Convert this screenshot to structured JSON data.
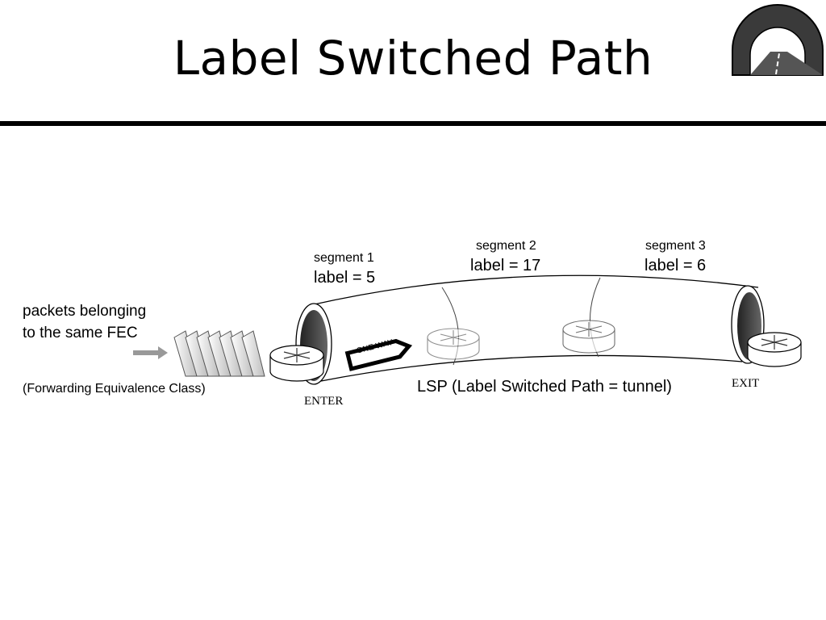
{
  "slide": {
    "title": "Label Switched Path"
  },
  "diagram": {
    "fec_line1": "packets belonging",
    "fec_line2": "to the same FEC",
    "fec_note": "(Forwarding Equivalence Class)",
    "segments": [
      {
        "name": "segment 1",
        "label": "label = 5"
      },
      {
        "name": "segment 2",
        "label": "label = 17"
      },
      {
        "name": "segment 3",
        "label": "label = 6"
      }
    ],
    "one_way_sign": "ONE WAY",
    "enter_label": "ENTER",
    "exit_label": "EXIT",
    "lsp_caption": "LSP (Label Switched Path = tunnel)"
  }
}
